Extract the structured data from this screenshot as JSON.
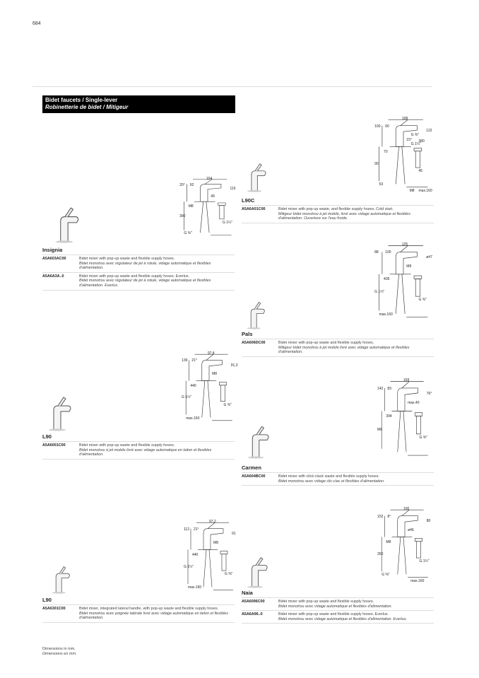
{
  "page_number": "684",
  "header": {
    "title_en": "Bidet faucets / Single-lever",
    "title_fr": "Robinetterie de bidet / Mitigeur"
  },
  "sections": [
    {
      "name": "Insignia",
      "rows": [
        {
          "code": "A5A603AC00",
          "en": "Bidet mixer with pop-up waste and flexible supply hoses.",
          "fr": "Bidet monotrou avec régulateur de jet à rotule, vidage automatique et flexibles d'alimentation."
        },
        {
          "code": "A5A6A3A..0",
          "en": "Bidet mixer with pop-up waste and flexible supply hoses. Everlux.",
          "fr": "Bidet monotrou avec régulateur de jet à rotule, vidage automatique et flexibles d'alimentation. Everlux."
        }
      ],
      "dims": [
        "104",
        "20°",
        "92",
        "115",
        "49",
        "M8",
        "390",
        "G 1¼\"",
        "G ⅜\""
      ]
    },
    {
      "name": "L90",
      "rows": [
        {
          "code": "A5A6001C00",
          "en": "Bidet mixer with pop-up waste and flexible supply hoses.",
          "fr": "Bidet monotrou à jet mobile livré avec vidage automatique en laiton et flexibles d'alimentation."
        }
      ],
      "dims": [
        "97,4",
        "139",
        "21°",
        "91,3",
        "M8",
        "440",
        "G 1¼\"",
        "G ⅜\"",
        "max.160"
      ]
    },
    {
      "name": "L90",
      "rows": [
        {
          "code": "A5A6301C00",
          "en": "Bidet mixer, integrated lateral handle, with pop-up waste and flexible supply hoses.",
          "fr": "Bidet monotrou avec poignée latérale livré avec vidage automatique en laiton et flexibles d'alimentation."
        }
      ],
      "dims": [
        "97,2",
        "112",
        "21°",
        "91",
        "M8",
        "440",
        "G 1¼\"",
        "G ⅜\"",
        "max.160"
      ]
    },
    {
      "name": "L90C",
      "rows": [
        {
          "code": "A5A6A01C00",
          "en": "Bidet mixer with pop-up waste, and flexible supply hoses. Cold start.",
          "fr": "Mitigeur bidet monotrou à jet mobile, livré avec vidage automatique et flexibles d'alimentation. Ouverture sur l'eau froide."
        }
      ],
      "dims": [
        "108",
        "100",
        "60",
        "122",
        "15°",
        "70",
        "90",
        "45",
        "53",
        "M8",
        "380",
        "G ⅜\"",
        "G 1¼\"",
        "max.160"
      ]
    },
    {
      "name": "Pals",
      "rows": [
        {
          "code": "A5A606DC00",
          "en": "Bidet mixer with pop-up waste and flexible supply hoses.",
          "fr": "Mitigeur bidet monotrou à jet mobile livré avec vidage automatique et flexibles d'alimentation."
        }
      ],
      "dims": [
        "125",
        "88",
        "100",
        "ø47",
        "M8",
        "405",
        "G 1¼\"",
        "G ⅜\"",
        "max.160"
      ]
    },
    {
      "name": "Carmen",
      "rows": [
        {
          "code": "A5A604BC00",
          "en": "Bidet mixer with click-clack waste and flexible supply hoses.",
          "fr": "Bidet monotrou avec vidage clic-clac et flexibles d'alimentation."
        }
      ],
      "dims": [
        "159",
        "142",
        "83",
        "76°",
        "max.40",
        "394",
        "M8",
        "G ⅜\""
      ]
    },
    {
      "name": "Naia",
      "rows": [
        {
          "code": "A5A6096C00",
          "en": "Bidet mixer with pop-up waste and flexible supply hoses.",
          "fr": "Bidet monotrou avec vidage automatique et flexibles d'alimentation."
        },
        {
          "code": "A5A6A96..0",
          "en": "Bidet mixer with pop-up waste and flexible supply hoses. Everlux.",
          "fr": "Bidet monotrou avec vidage automatique et flexibles d'alimentation. Everlux."
        }
      ],
      "dims": [
        "100",
        "152",
        "8°",
        "80",
        "ø46",
        "M8",
        "350",
        "G 1¼\"",
        "G ⅜\"",
        "max.160"
      ]
    }
  ],
  "footer": {
    "en": "Dimensions in mm.",
    "fr": "Dimensions en mm."
  }
}
